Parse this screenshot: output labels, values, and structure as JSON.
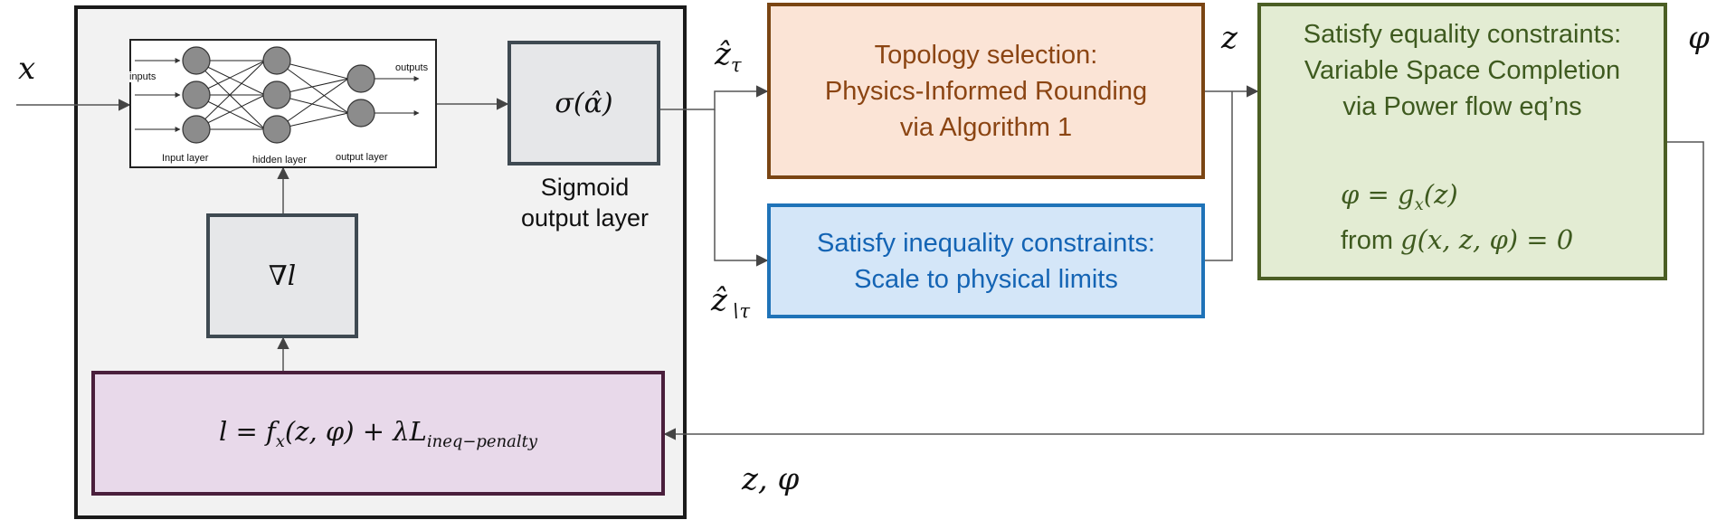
{
  "diagram": {
    "input_symbol": "x",
    "neural_net": {
      "inputs_label": "inputs",
      "outputs_label": "outputs",
      "input_layer_label": "Input layer",
      "hidden_layer_label": "hidden layer",
      "output_layer_label": "output layer"
    },
    "sigmoid": {
      "formula": "σ(α̂)",
      "caption_line1": "Sigmoid",
      "caption_line2": "output layer"
    },
    "gradient": {
      "formula": "∇l"
    },
    "loss": {
      "lhs": "l = f",
      "sub_x": "x",
      "mid": "(z, φ) + λL",
      "sub_penalty": "ineq−penalty"
    },
    "z_tau_label": {
      "base": "ẑ",
      "sub": "τ"
    },
    "z_not_tau_label": {
      "base": "ẑ",
      "sub": "∖τ"
    },
    "topology": {
      "line1": "Topology selection:",
      "line2": "Physics-Informed Rounding",
      "line3": "via Algorithm 1"
    },
    "inequality": {
      "line1": "Satisfy inequality constraints:",
      "line2": "Scale to physical limits"
    },
    "z_label": "z",
    "equality": {
      "line1": "Satisfy equality constraints:",
      "line2": "Variable Space Completion",
      "line3": "via Power flow eq’ns",
      "eq1_lhs": "φ = g",
      "eq1_sub": "x",
      "eq1_rhs": "(z)",
      "eq2_prefix": "from ",
      "eq2_formula": "g(x, z, φ) = 0"
    },
    "phi_label": "φ",
    "feedback_label": "z, φ",
    "colors": {
      "topology_text": "#8b4513",
      "inequality_text": "#1464b4",
      "equality_text": "#3e5a1f",
      "loss_fill": "#e8d9ea"
    }
  }
}
